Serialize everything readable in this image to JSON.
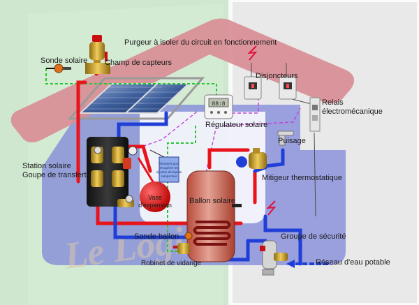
{
  "labels": {
    "purgeur": "Purgeur à isoler du circuit en fonctionnement",
    "sonde_solaire": "Sonde solaire",
    "champ_capteurs": "Champ de capteurs",
    "disjoncteurs": "Disjoncteurs",
    "relais_line1": "Relais",
    "relais_line2": "électromécanique",
    "regulateur": "Régulateur solaire",
    "puisage": "Puisage",
    "station_line1": "Station solaire",
    "station_line2": "Goupe de transfert",
    "recipient_line1": "Récipient pour",
    "recipient_line2": "récupérer les",
    "recipient_line3": "éjection de liquide",
    "recipient_line4": "caloporteur",
    "vase_line1": "Vase",
    "vase_line2": "d'expansion",
    "ballon": "Ballon solaire",
    "mitigeur": "Mitigeur thermostatique",
    "sonde_ballon": "Sonde ballon",
    "groupe_securite": "Groupe de sécurité",
    "robinet": "Robinet de vidange",
    "reseau": "Réseau d'eau potable",
    "regulator_display": "88:8"
  },
  "watermark": "Le Logis",
  "colors": {
    "hot_pipe": "#e8141c",
    "cold_pipe": "#1f3fd6",
    "sensor_wire": "#22c830",
    "control_wire": "#c040d8",
    "tank": "#c95a4a",
    "house_roof": "#d88c94",
    "house_body": "#7f86d9",
    "left_panel": "#cfe6cf",
    "right_panel": "#e9e9e9"
  }
}
